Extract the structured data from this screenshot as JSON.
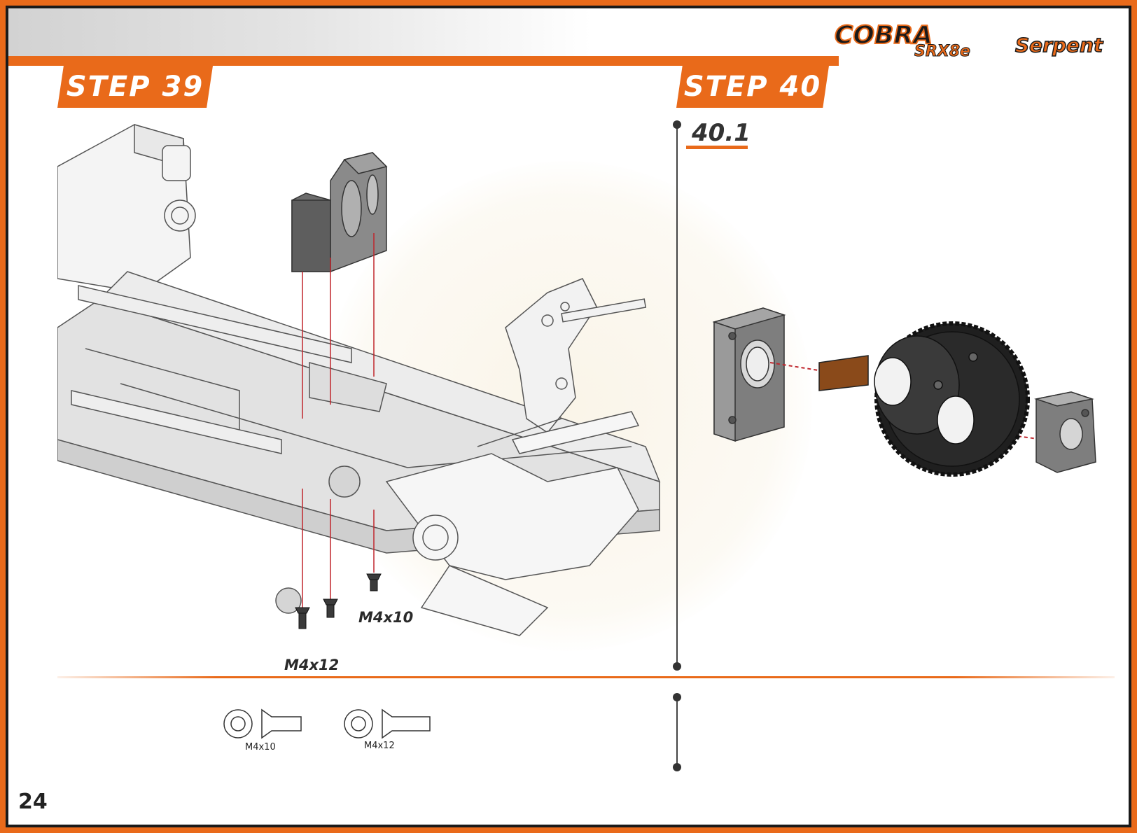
{
  "page_number": "24",
  "brand": {
    "cobra": "COBRA",
    "srx8e": "SRX8e",
    "serpent": "Serpent"
  },
  "steps": {
    "step39": {
      "title": "STEP 39"
    },
    "step40": {
      "title": "STEP 40",
      "substep": "40.1"
    }
  },
  "screw_labels": {
    "m4x10": "M4x10",
    "m4x12": "M4x12"
  },
  "parts_legend": [
    {
      "label": "M4x10"
    },
    {
      "label": "M4x12"
    }
  ],
  "colors": {
    "accent": "#e96a1a",
    "frame_dark": "#1a1a1a",
    "part_gray": "#9a9a9a"
  }
}
